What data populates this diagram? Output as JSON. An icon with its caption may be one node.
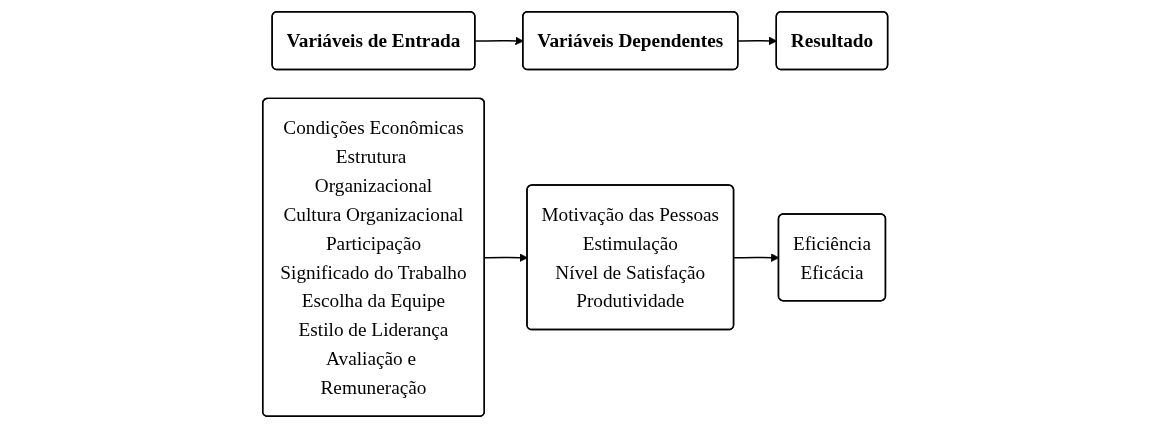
{
  "diagram": {
    "nodes": [
      {
        "text": [
          "Variáveis de Entrada"
        ]
      },
      {
        "text": [
          "Variáveis Dependentes"
        ]
      },
      {
        "text": [
          "Resultado"
        ]
      },
      {
        "text": [
          "Condições Econômicas",
          "Estrutura Organizacional",
          "Cultura Organizacional",
          "Participação",
          "Significado do Trabalho",
          "Escolha da Equipe",
          "Estilo de Liderança",
          "Avaliação e Remuneração"
        ]
      },
      {
        "text": [
          "Motivação das Pessoas",
          "Estimulação",
          "Nível de Satisfação",
          "Produtividade"
        ]
      },
      {
        "text": [
          "Eficiência",
          "Eficácia"
        ]
      }
    ],
    "edges": [
      {
        "from": 0,
        "to": 1,
        "arrow": "to"
      },
      {
        "from": 1,
        "to": 2,
        "arrow": "to"
      },
      {
        "from": 3,
        "to": 4,
        "arrow": "to"
      },
      {
        "from": 4,
        "to": 5,
        "arrow": "to"
      }
    ]
  }
}
